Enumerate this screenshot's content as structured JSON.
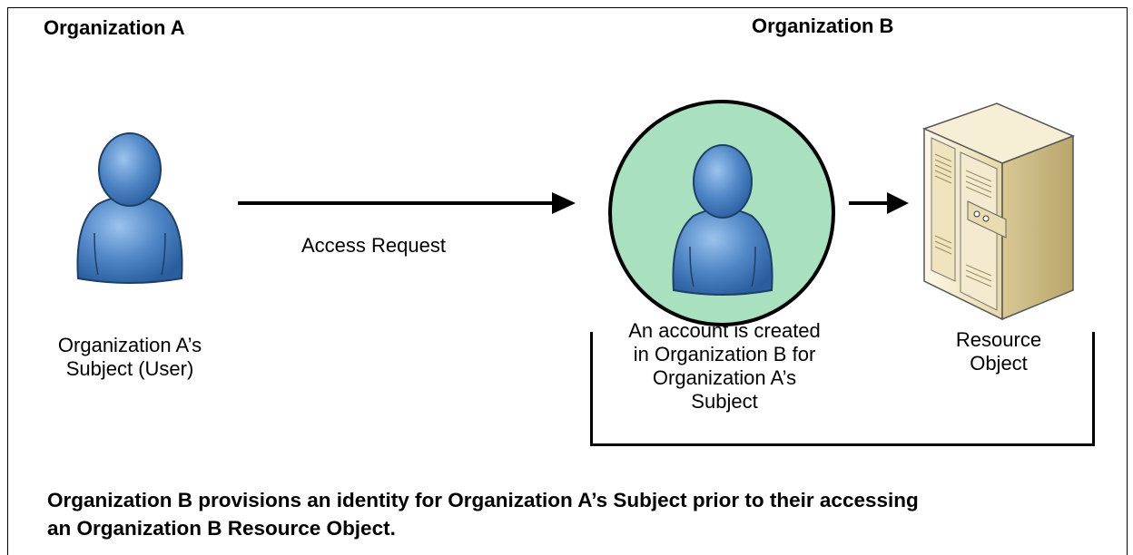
{
  "org_a_title": "Organization A",
  "org_b_title": "Organization B",
  "subject_label": {
    "line1": "Organization A’s",
    "line2": "Subject (User)"
  },
  "access_request_label": "Access Request",
  "account_label": {
    "line1": "An account is created",
    "line2": "in Organization B for",
    "line3": "Organization A’s",
    "line4": "Subject"
  },
  "resource_label": {
    "line1": "Resource",
    "line2": "Object"
  },
  "caption": {
    "line1": "Organization B provisions an identity for Organization A’s Subject prior to their accessing",
    "line2": "an Organization B Resource Object."
  },
  "icons": {
    "subject": "user-icon",
    "account": "user-icon",
    "resource": "server-icon"
  },
  "colors": {
    "user_fill": "#4f86c6",
    "account_circle": "#a8e0c0",
    "server_body": "#efe6c4"
  }
}
